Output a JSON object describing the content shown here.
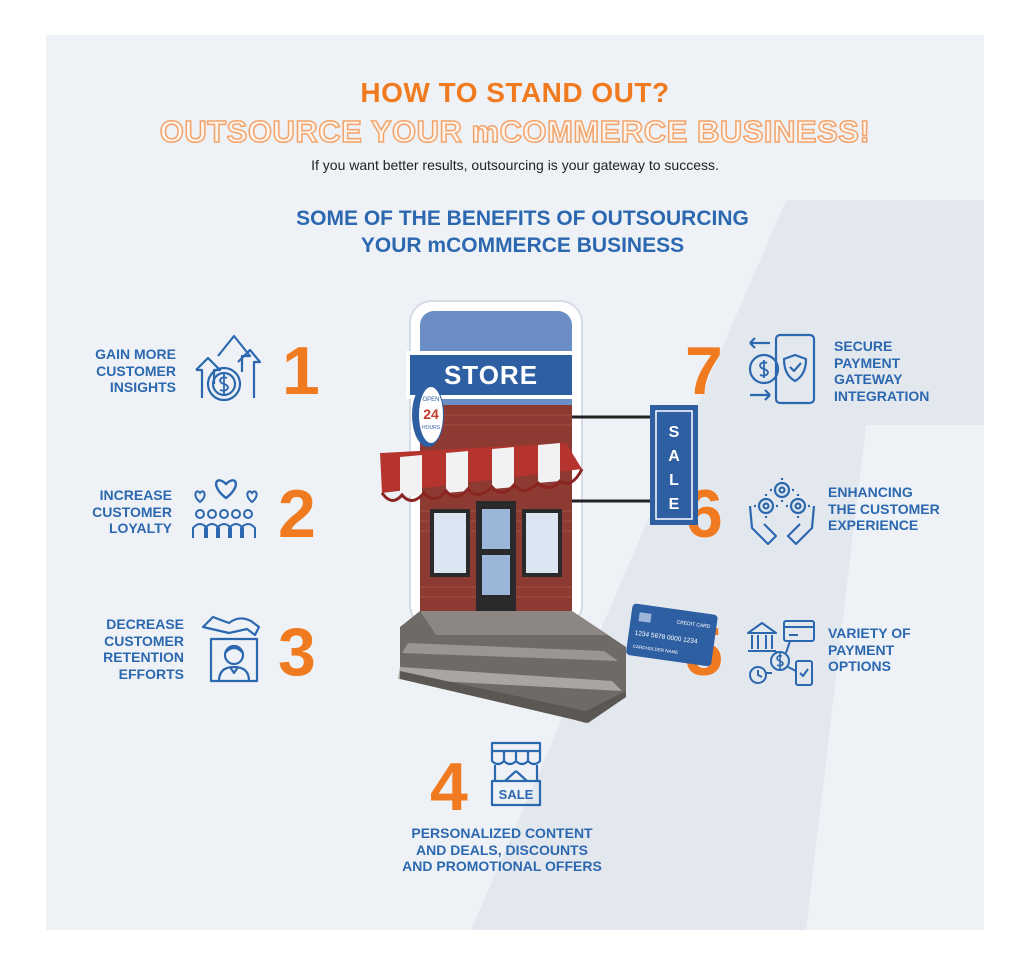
{
  "header": {
    "title": "HOW TO STAND OUT?",
    "title_outline": "OUTSOURCE YOUR mCOMMERCE BUSINESS!",
    "subtitle": "If you want better results, outsourcing is your gateway to success."
  },
  "section": {
    "title_line1": "SOME OF THE BENEFITS OF OUTSOURCING",
    "title_line2": "YOUR mCOMMERCE BUSINESS"
  },
  "benefits": [
    {
      "number": "1",
      "lines": [
        "GAIN MORE",
        "CUSTOMER",
        "INSIGHTS"
      ],
      "icon": "growth-coin-icon"
    },
    {
      "number": "2",
      "lines": [
        "INCREASE",
        "CUSTOMER",
        "LOYALTY"
      ],
      "icon": "loyal-crowd-icon"
    },
    {
      "number": "3",
      "lines": [
        "DECREASE",
        "CUSTOMER",
        "RETENTION",
        "EFFORTS"
      ],
      "icon": "protected-customer-icon"
    },
    {
      "number": "4",
      "lines": [
        "PERSONALIZED CONTENT",
        "AND DEALS, DISCOUNTS",
        "AND PROMOTIONAL OFFERS"
      ],
      "icon": "sale-shop-icon"
    },
    {
      "number": "5",
      "lines": [
        "VARIETY OF",
        "PAYMENT",
        "OPTIONS"
      ],
      "icon": "payment-options-icon"
    },
    {
      "number": "6",
      "lines": [
        "ENHANCING",
        "THE CUSTOMER",
        "EXPERIENCE"
      ],
      "icon": "gear-hands-icon"
    },
    {
      "number": "7",
      "lines": [
        "SECURE",
        "PAYMENT",
        "GATEWAY",
        "INTEGRATION"
      ],
      "icon": "secure-phone-payment-icon"
    }
  ],
  "illustration": {
    "store_sign": "STORE",
    "sale_sign": [
      "S",
      "A",
      "L",
      "E"
    ],
    "open_sign_top": "OPEN",
    "open_sign_num": "24",
    "open_sign_bottom": "HOURS",
    "card_label": "CREDIT CARD",
    "card_number": "1234 5678 0000 1234",
    "card_holder": "CARDHOLDER NAME",
    "sale_icon_text": "SALE"
  },
  "colors": {
    "accent_orange": "#f07a1f",
    "brand_blue": "#2c68b0",
    "panel_bg": "#eef2f6"
  }
}
